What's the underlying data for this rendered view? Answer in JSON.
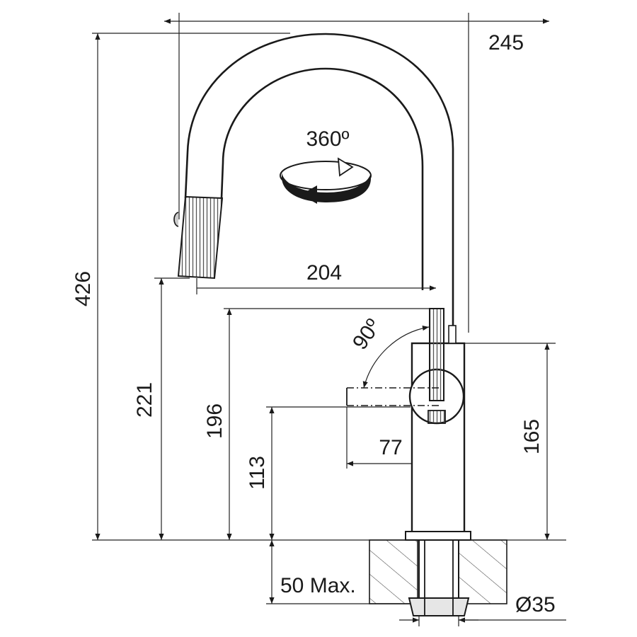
{
  "labels": {
    "d245": "245",
    "d426": "426",
    "d360": "360º",
    "d204": "204",
    "d90": "90º",
    "d221": "221",
    "d196": "196",
    "d113": "113",
    "d77": "77",
    "d165": "165",
    "d50max": "50 Max.",
    "d35": "Ø35"
  }
}
